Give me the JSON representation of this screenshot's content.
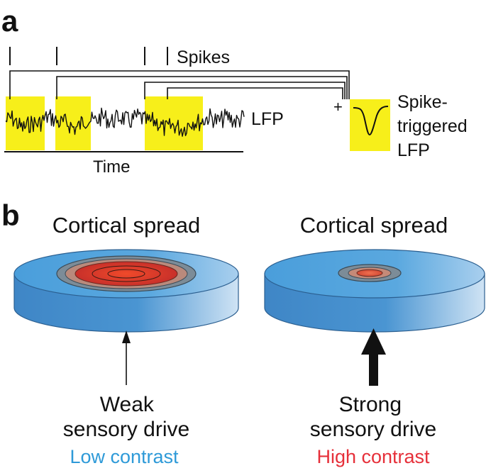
{
  "panel_a": {
    "letter": "a",
    "spikes_label": "Spikes",
    "lfp_label": "LFP",
    "time_label": "Time",
    "plus_sign": "+",
    "sta_label_lines": [
      "Spike-",
      "triggered",
      "LFP"
    ]
  },
  "panel_b": {
    "letter": "b",
    "left": {
      "title": "Cortical spread",
      "drive_lines": [
        "Weak",
        "sensory drive"
      ],
      "contrast_label": "Low contrast"
    },
    "right": {
      "title": "Cortical spread",
      "drive_lines": [
        "Strong",
        "sensory drive"
      ],
      "contrast_label": "High contrast"
    }
  },
  "colors": {
    "highlight_yellow": "#f7ef1a",
    "low_contrast_text": "#2e9ad8",
    "high_contrast_text": "#e6303a",
    "disk_top": "#4fa3dc",
    "disk_side": "#3c87c8",
    "ring_gray": "#8a96a0",
    "activation_red": "#e3352b"
  }
}
